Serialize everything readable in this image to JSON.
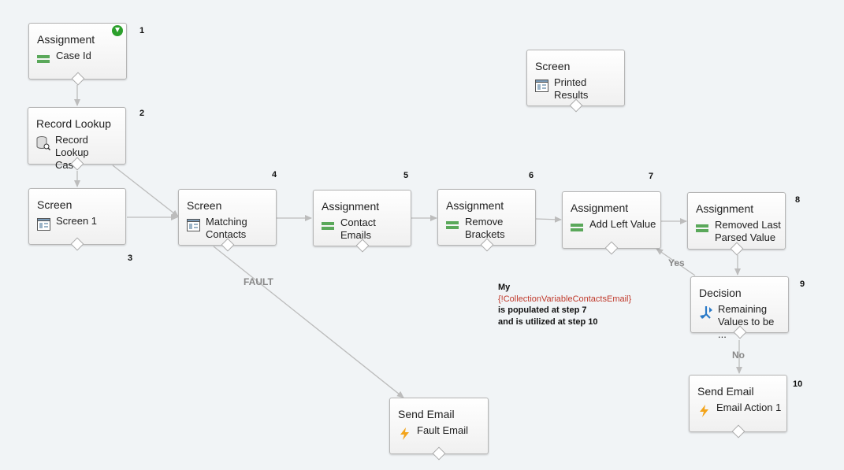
{
  "nodes": [
    {
      "type": "Assignment",
      "label": "Case Id",
      "icon": "assignment-icon"
    },
    {
      "type": "Record Lookup",
      "label": "Record Lookup\nCase",
      "icon": "record-lookup-icon"
    },
    {
      "type": "Screen",
      "label": "Screen 1",
      "icon": "screen-icon"
    },
    {
      "type": "Screen",
      "label": "Matching\nContacts",
      "icon": "screen-icon"
    },
    {
      "type": "Assignment",
      "label": "Contact Emails",
      "icon": "assignment-icon"
    },
    {
      "type": "Assignment",
      "label": "Remove\nBrackets",
      "icon": "assignment-icon"
    },
    {
      "type": "Assignment",
      "label": "Add Left Value",
      "icon": "assignment-icon"
    },
    {
      "type": "Assignment",
      "label": "Removed Last\nParsed Value",
      "icon": "assignment-icon"
    },
    {
      "type": "Decision",
      "label": "Remaining\nValues to be ...",
      "icon": "decision-icon"
    },
    {
      "type": "Send Email",
      "label": "Email Action 1",
      "icon": "lightning-icon"
    },
    {
      "type": "Send Email",
      "label": "Fault Email",
      "icon": "lightning-icon"
    },
    {
      "type": "Screen",
      "label": "Printed Results",
      "icon": "screen-icon"
    }
  ],
  "step_numbers": [
    "1",
    "2",
    "3",
    "4",
    "5",
    "6",
    "7",
    "8",
    "9",
    "10"
  ],
  "edge_labels": {
    "fault": "FAULT",
    "yes": "Yes",
    "no": "No"
  },
  "annotation": {
    "line1": "My",
    "variable": "{!CollectionVariableContactsEmail}",
    "line2": "is populated at step 7",
    "line3": "and is utilized at step 10"
  },
  "colors": {
    "assignment_green": "#5aa85a",
    "variable_red": "#c0392b",
    "decision_blue": "#2a7ac8",
    "lightning_orange": "#f3a41b",
    "connector_gray": "#bcbcbc"
  }
}
